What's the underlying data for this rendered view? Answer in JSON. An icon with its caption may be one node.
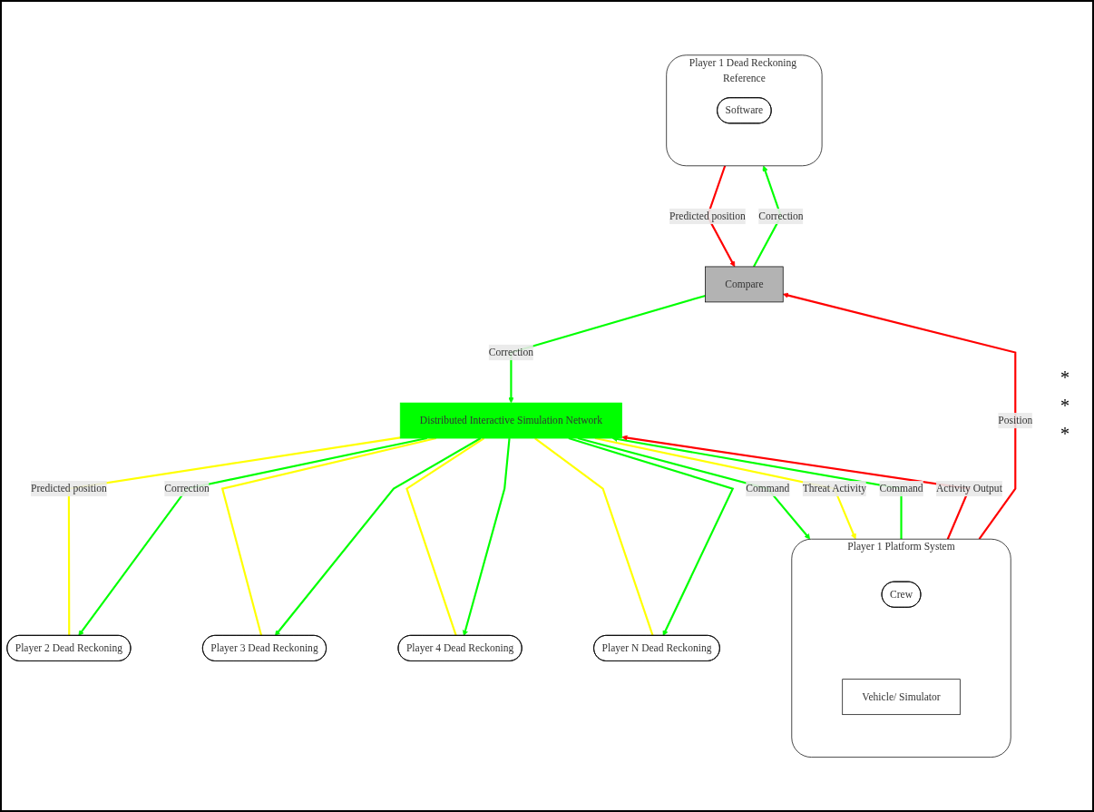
{
  "diagram": {
    "nodes": [
      {
        "text": [
          "Distributed Interactive Simulation Network"
        ]
      },
      {
        "text": [
          "Player 1 Platform System"
        ]
      },
      {
        "text": [
          "Crew"
        ],
        "in": 1
      },
      {
        "text": [
          "Vehicle/ Simulator"
        ],
        "in": 1
      },
      {
        "text": [
          "Compare"
        ]
      },
      {
        "text": [
          "Player 1 Dead Reckoning Reference"
        ]
      },
      {
        "text": [
          "Software"
        ],
        "in": 5
      },
      {
        "text": [
          "Player 2 Dead Reckoning"
        ]
      },
      {
        "text": [
          "Player 3 Dead Reckoning"
        ]
      },
      {
        "text": [
          "Player 4 Dead Reckoning"
        ]
      },
      {
        "text": [
          "Player N Dead Reckoning"
        ]
      }
    ],
    "edges": [
      {
        "from": 1,
        "to": 0,
        "arrow": "to",
        "label": "Command",
        "color": "#00ff00"
      },
      {
        "from": 1,
        "to": 0,
        "arrow": "to",
        "label": "Activity Output",
        "color": "#ff0000"
      },
      {
        "from": 1,
        "to": 4,
        "arrow": "to",
        "label": "Position",
        "color": "#ff0000"
      },
      {
        "from": 5,
        "to": 4,
        "arrow": "to",
        "label": "Predicted position",
        "color": "#ff0000"
      },
      {
        "from": 4,
        "to": 0,
        "arrow": "to",
        "label": "Correction",
        "color": "#00ff00"
      },
      {
        "from": 4,
        "to": 5,
        "arrow": "to",
        "label": "Correction",
        "color": "#00ff00"
      },
      {
        "from": 0,
        "to": 1,
        "arrow": "to",
        "label": "Command",
        "color": "#00ff00"
      },
      {
        "from": 0,
        "to": 1,
        "arrow": "to",
        "label": "Threat Activity",
        "color": "#ffff00"
      },
      {
        "from": 0,
        "to": 7,
        "arrow": "none",
        "label": "Predicted position",
        "color": "#ffff00"
      },
      {
        "from": 0,
        "to": 8,
        "arrow": "none",
        "color": "#ffff00"
      },
      {
        "from": 0,
        "to": 9,
        "arrow": "none",
        "color": "#ffff00"
      },
      {
        "from": 0,
        "to": 10,
        "arrow": "none",
        "color": "#ffff00"
      },
      {
        "from": 0,
        "to": 7,
        "arrow": "to",
        "label": "Correction",
        "color": "#00ff00"
      },
      {
        "from": 0,
        "to": 8,
        "arrow": "to",
        "color": "#00ff00"
      },
      {
        "from": 0,
        "to": 9,
        "arrow": "to",
        "color": "#00ff00"
      },
      {
        "from": 0,
        "to": 10,
        "arrow": "to",
        "color": "#00ff00"
      }
    ],
    "labels": [
      "*",
      "*",
      "*"
    ]
  }
}
